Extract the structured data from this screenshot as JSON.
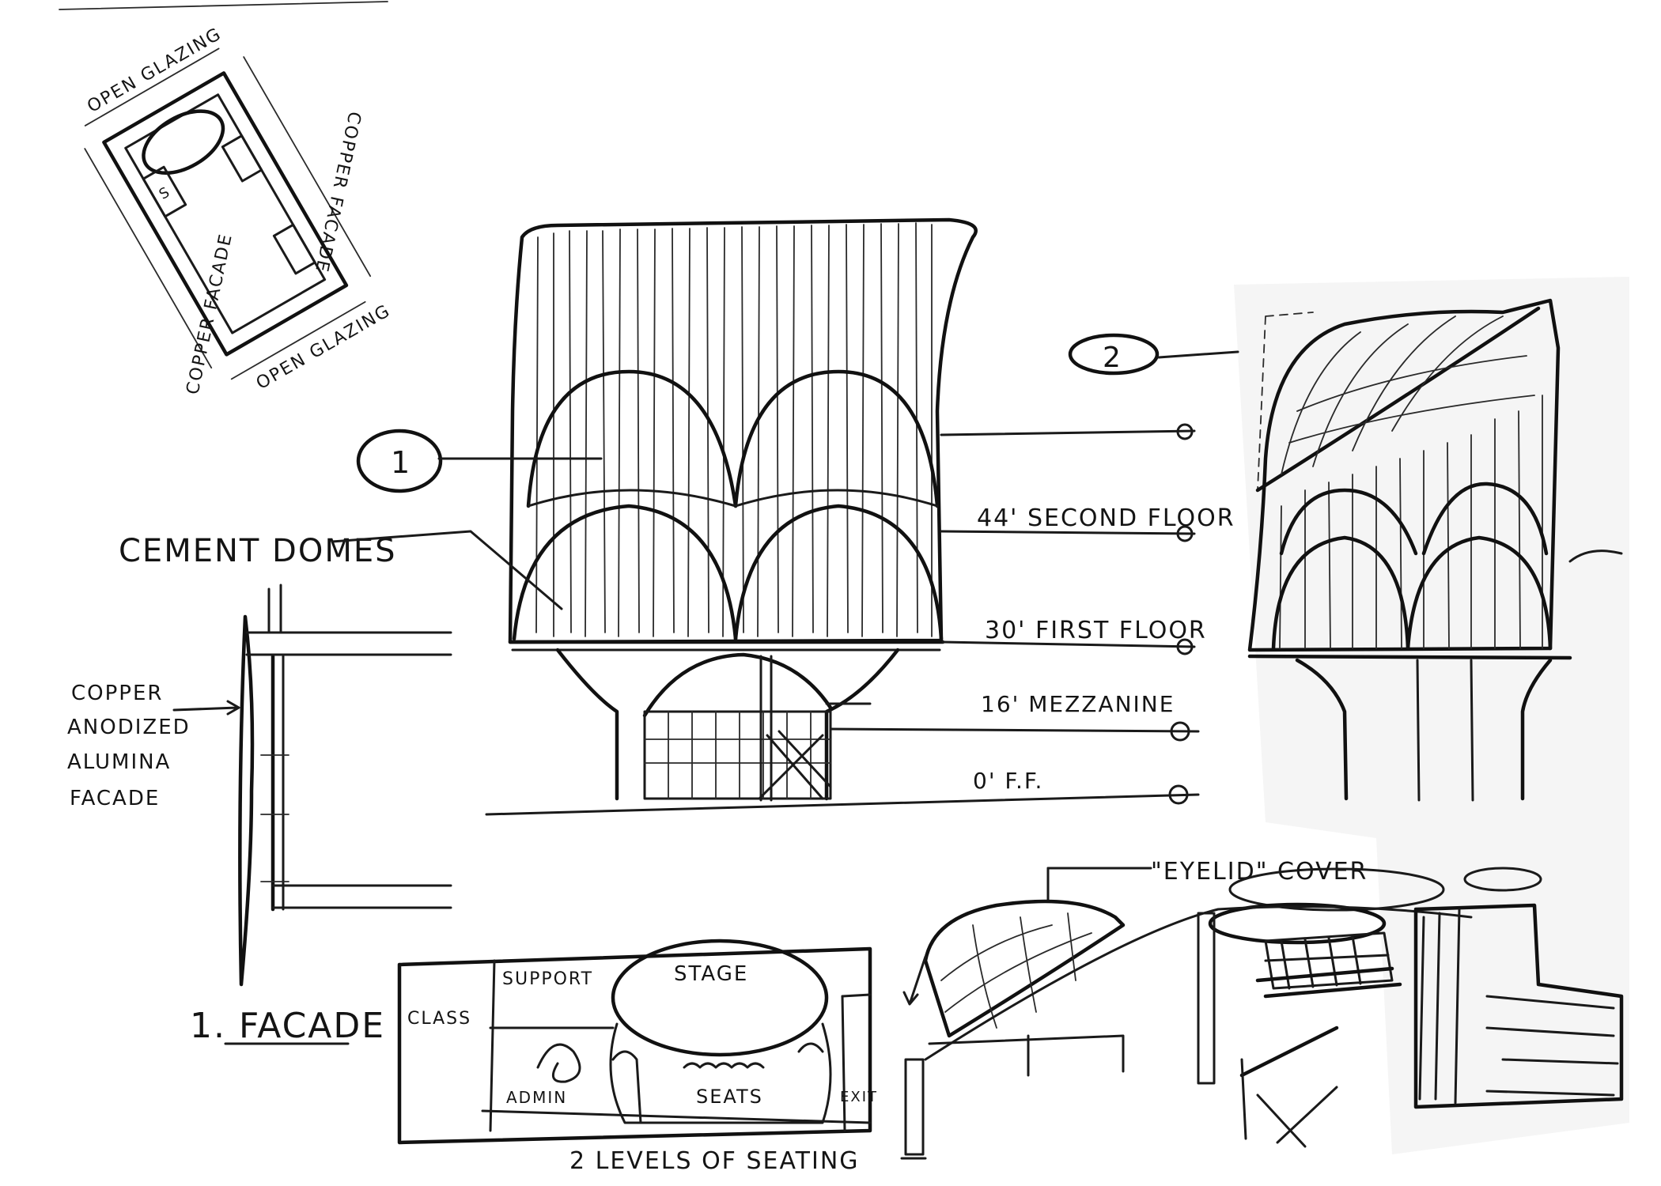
{
  "site_plan": {
    "top_label": "OPEN GLAZING",
    "bottom_label": "OPEN GLAZING",
    "left_label": "COPPER FACADE",
    "right_label": "COPPER FACADE",
    "core_mark": "S"
  },
  "facade_detail": {
    "material_line1": "COPPER",
    "material_line2": "ANODIZED",
    "material_line3": "ALUMINA",
    "material_line4": "FACADE",
    "title": "1. FACADE"
  },
  "elevation": {
    "domes_label": "CEMENT DOMES",
    "view1_marker": "1",
    "view2_marker": "2"
  },
  "levels": [
    {
      "label": "44' SECOND FLOOR"
    },
    {
      "label": "30' FIRST FLOOR"
    },
    {
      "label": "16' MEZZANINE"
    },
    {
      "label": "0' F.F."
    }
  ],
  "floor_plan": {
    "support": "SUPPORT",
    "class": "CLASS",
    "stage": "STAGE",
    "admin": "ADMIN",
    "seats": "SEATS",
    "exit": "EXIT",
    "caption": "2 LEVELS OF SEATING"
  },
  "perspective": {
    "eyelid_label": "\"EYELID\" COVER"
  }
}
